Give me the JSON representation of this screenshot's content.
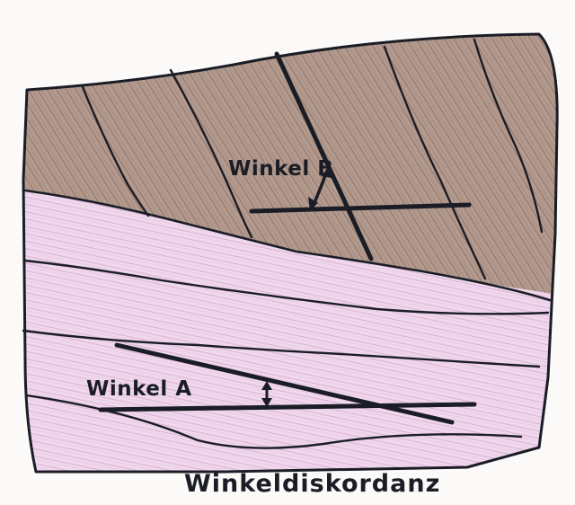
{
  "labels": {
    "angle_b": "Winkel B",
    "angle_a": "Winkel A",
    "caption": "Winkeldiskordanz"
  },
  "colors": {
    "ink": "#1b1d26",
    "upper_rock": "#a88a7c",
    "upper_rock_stroke": "#8a6a5c",
    "lower_rock": "#e7c9e3",
    "lower_rock_stroke": "#d6a5d1",
    "paper": "#fbfaf8"
  }
}
